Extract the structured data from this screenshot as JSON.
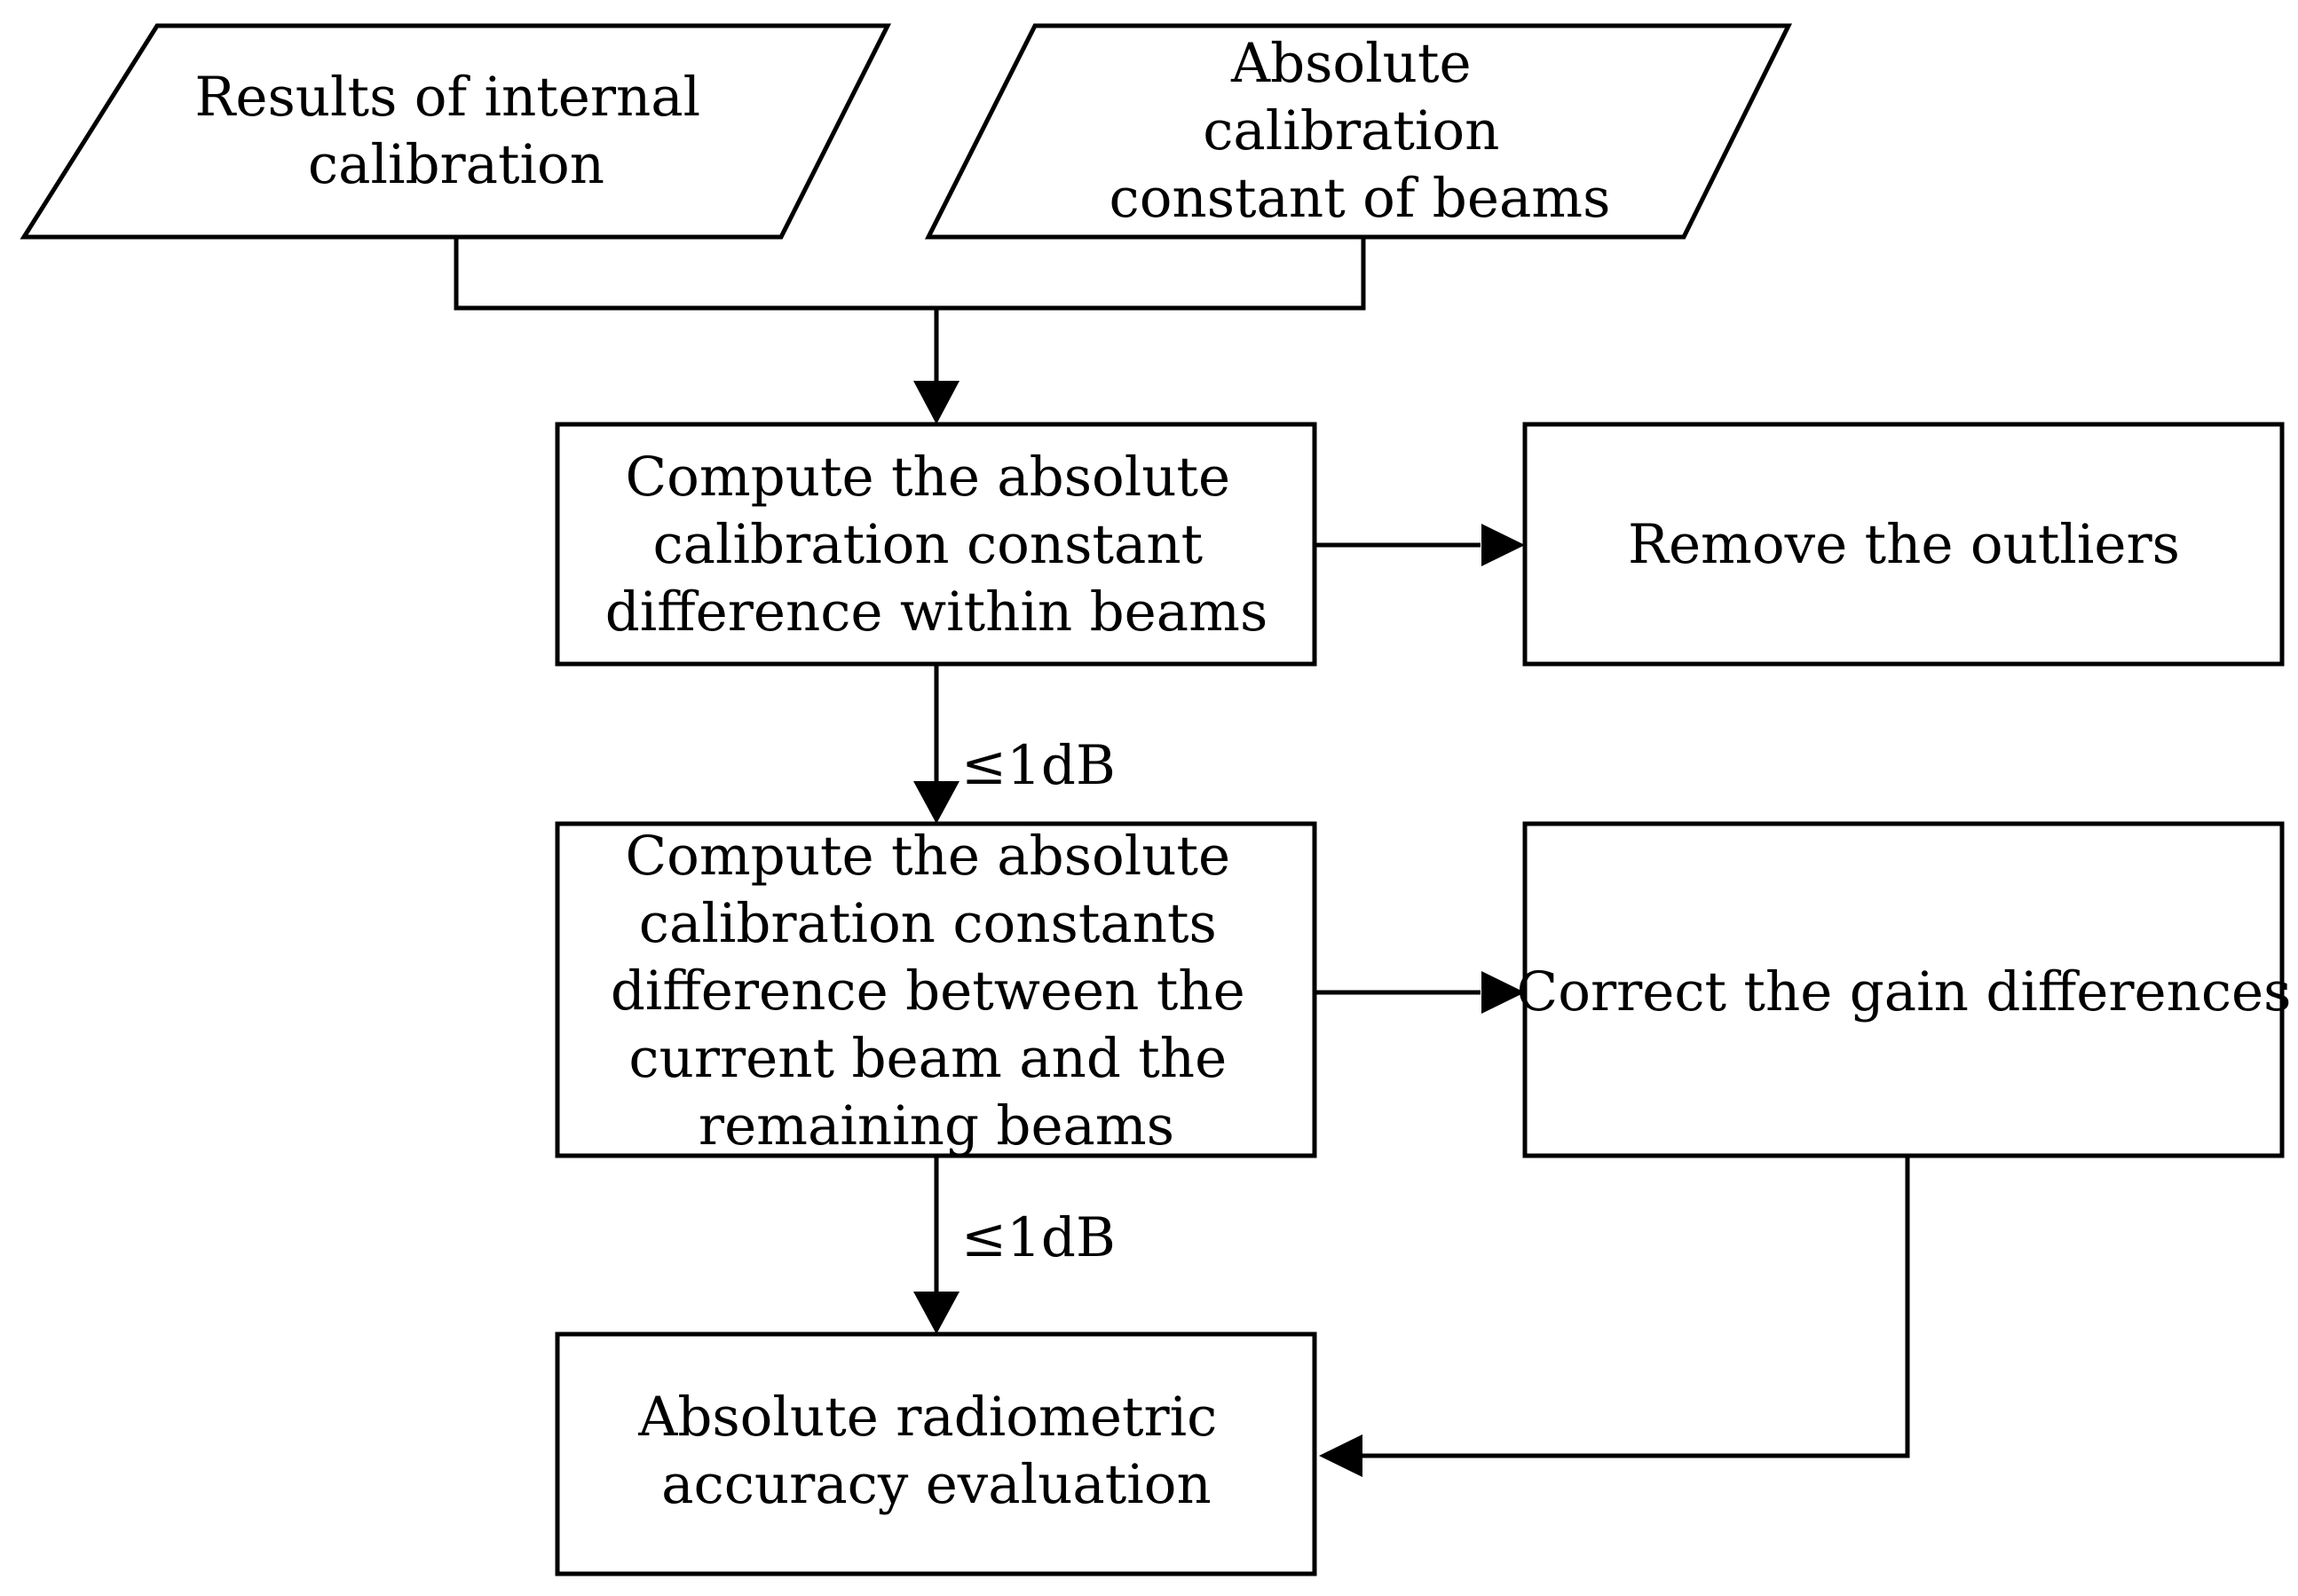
{
  "flowchart": {
    "inputs": {
      "internal_calibration": [
        "Results of internal",
        "calibration"
      ],
      "beam_constant": [
        "Absolute",
        "calibration",
        "constant of  beams"
      ]
    },
    "steps": {
      "within_beams": [
        "Compute the absolute",
        "calibration constant",
        "difference within beams"
      ],
      "remove_outliers": [
        "Remove the outliers"
      ],
      "between_beams": [
        "Compute the absolute",
        "calibration constants",
        "difference between the",
        "current beam and the",
        "remaining beams"
      ],
      "correct_gain": [
        "Correct the gain differences"
      ],
      "evaluation": [
        "Absolute radiometric",
        "accuracy evaluation"
      ]
    },
    "edge_labels": {
      "threshold_1": "≤1dB",
      "threshold_2": "≤1dB"
    }
  }
}
